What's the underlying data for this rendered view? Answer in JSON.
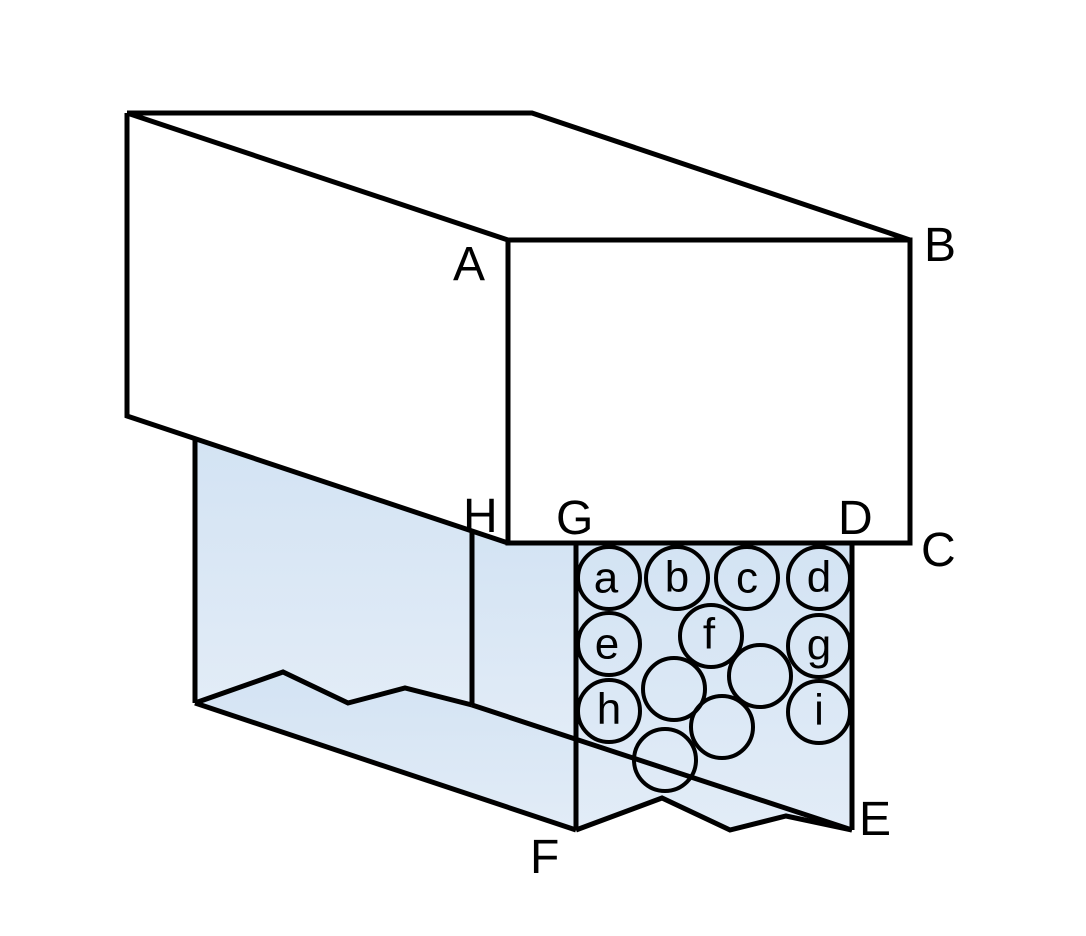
{
  "colors": {
    "stroke": "#000000",
    "fill_light": "#dae7f5",
    "background": "#ffffff"
  },
  "points": {
    "A": "A",
    "B": "B",
    "C": "C",
    "D": "D",
    "E": "E",
    "F": "F",
    "G": "G",
    "H": "H"
  },
  "circles": {
    "a": "a",
    "b": "b",
    "c": "c",
    "d": "d",
    "e": "e",
    "f": "f",
    "g": "g",
    "h": "h",
    "i": "i"
  }
}
